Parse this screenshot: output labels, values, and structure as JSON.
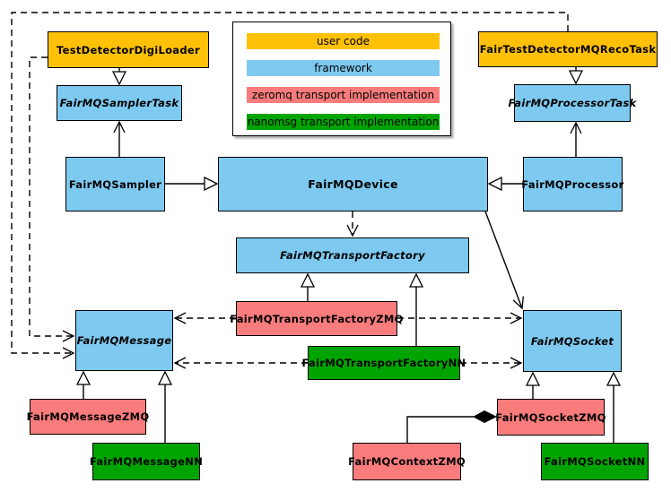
{
  "diagram": {
    "kind": "uml-class-diagram",
    "nodes": {
      "digiLoader": {
        "label": "TestDetectorDigiLoader",
        "category": "user code"
      },
      "recoTask": {
        "label": "FairTestDetectorMQRecoTask",
        "category": "user code"
      },
      "samplerTask": {
        "label": "FairMQSamplerTask",
        "category": "framework",
        "abstract": true
      },
      "processorTask": {
        "label": "FairMQProcessorTask",
        "category": "framework",
        "abstract": true
      },
      "sampler": {
        "label": "FairMQSampler",
        "category": "framework"
      },
      "device": {
        "label": "FairMQDevice",
        "category": "framework"
      },
      "processor": {
        "label": "FairMQProcessor",
        "category": "framework"
      },
      "transportFactory": {
        "label": "FairMQTransportFactory",
        "category": "framework",
        "abstract": true
      },
      "transportFactoryZMQ": {
        "label": "FairMQTransportFactoryZMQ",
        "category": "zeromq"
      },
      "transportFactoryNN": {
        "label": "FairMQTransportFactoryNN",
        "category": "nanomsg"
      },
      "message": {
        "label": "FairMQMessage",
        "category": "framework",
        "abstract": true
      },
      "socket": {
        "label": "FairMQSocket",
        "category": "framework",
        "abstract": true
      },
      "messageZMQ": {
        "label": "FairMQMessageZMQ",
        "category": "zeromq"
      },
      "messageNN": {
        "label": "FairMQMessageNN",
        "category": "nanomsg"
      },
      "contextZMQ": {
        "label": "FairMQContextZMQ",
        "category": "zeromq"
      },
      "socketZMQ": {
        "label": "FairMQSocketZMQ",
        "category": "zeromq"
      },
      "socketNN": {
        "label": "FairMQSocketNN",
        "category": "nanomsg"
      }
    },
    "legend": {
      "items": [
        {
          "label": "user code",
          "color": "#FFC107"
        },
        {
          "label": "framework",
          "color": "#7EC9F0"
        },
        {
          "label": "zeromq transport implementation",
          "color": "#F97C7C"
        },
        {
          "label": "nanomsg transport implementation",
          "color": "#00A400"
        }
      ]
    },
    "colors": {
      "user_code": "#FFC107",
      "framework": "#7EC9F0",
      "zeromq": "#F97C7C",
      "nanomsg": "#00A400",
      "line": "#000000",
      "background": "#FFFFFF"
    }
  }
}
